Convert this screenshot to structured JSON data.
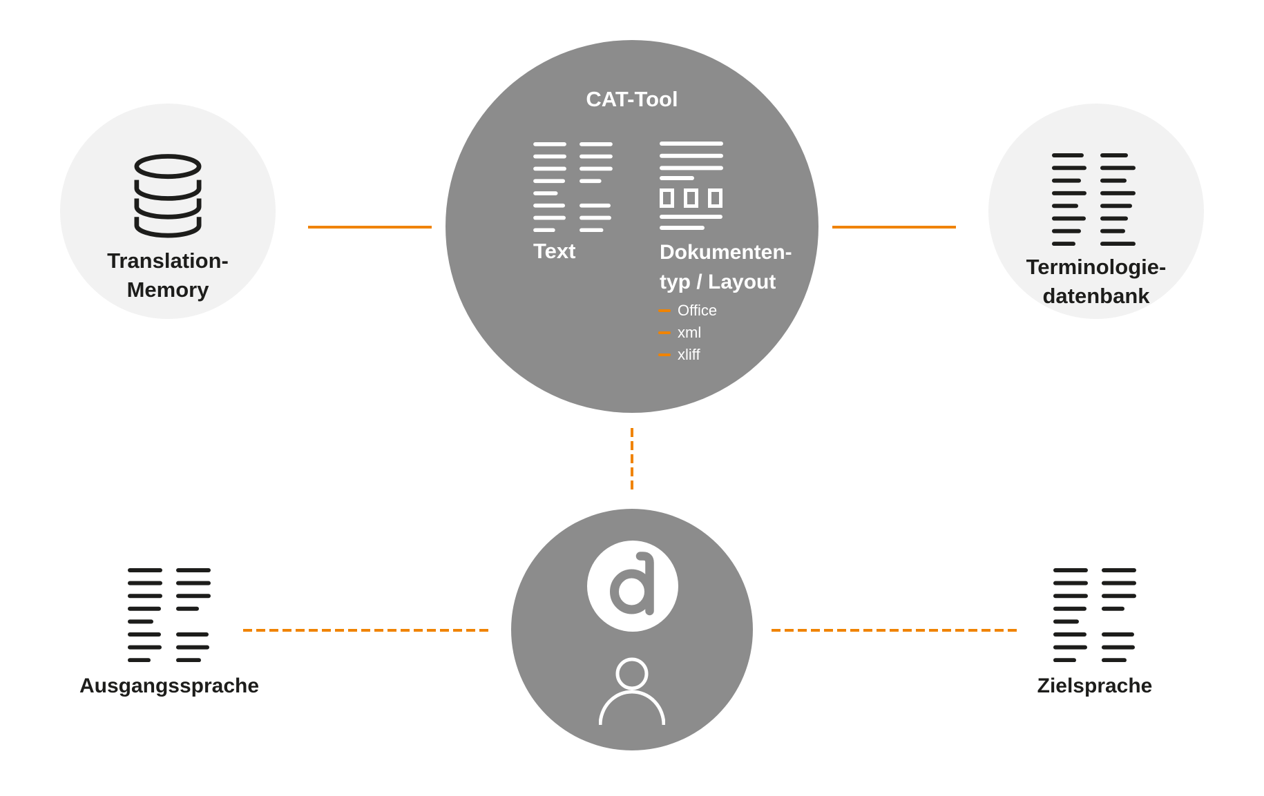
{
  "colors": {
    "accent_orange": "#F08300",
    "circle_gray": "#8C8C8C",
    "circle_light_gray": "#F2F2F2",
    "text_dark": "#1D1D1B"
  },
  "cat_tool": {
    "title": "CAT-Tool",
    "text_icon_label": "Text",
    "document_icon_label": "Dokumenten-\ntyp / Layout",
    "format_items": [
      "Office",
      "xml",
      "xliff"
    ]
  },
  "translation_memory": {
    "label": "Translation-\nMemory"
  },
  "terminology_database": {
    "label": "Terminologie-\ndatenbank"
  },
  "source_language": {
    "label": "Ausgangssprache"
  },
  "target_language": {
    "label": "Zielsprache"
  },
  "icons": {
    "translation_memory": "database-icon",
    "terminology_database": "text-columns-icon",
    "cat_text": "text-columns-icon",
    "cat_document": "document-layout-icon",
    "source_language": "text-columns-icon",
    "target_language": "text-columns-icon",
    "user_circle": "person-icon",
    "brand": "d-logo-icon"
  }
}
